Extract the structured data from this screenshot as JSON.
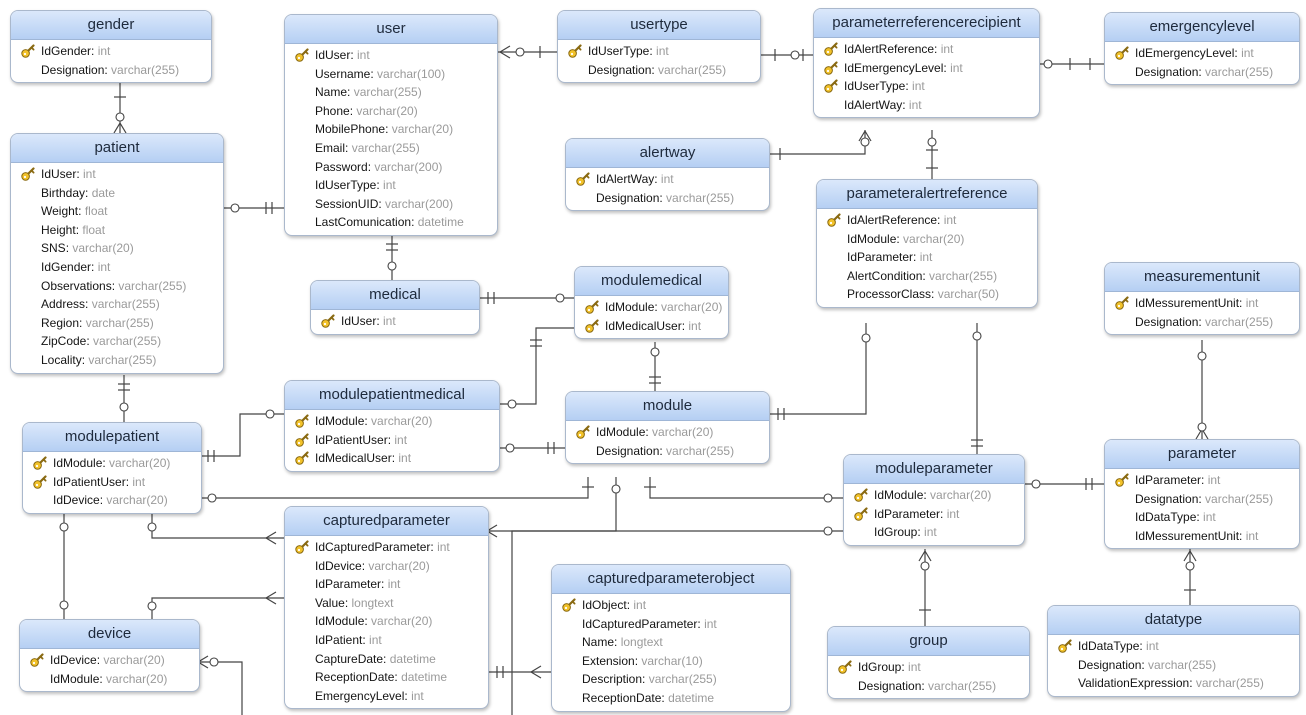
{
  "diagram": {
    "entities": [
      {
        "name": "gender",
        "columns": [
          {
            "name": "IdGender",
            "type": "int",
            "pk": true
          },
          {
            "name": "Designation",
            "type": "varchar(255)"
          }
        ]
      },
      {
        "name": "user",
        "columns": [
          {
            "name": "IdUser",
            "type": "int",
            "pk": true
          },
          {
            "name": "Username",
            "type": "varchar(100)"
          },
          {
            "name": "Name",
            "type": "varchar(255)"
          },
          {
            "name": "Phone",
            "type": "varchar(20)"
          },
          {
            "name": "MobilePhone",
            "type": "varchar(20)"
          },
          {
            "name": "Email",
            "type": "varchar(255)"
          },
          {
            "name": "Password",
            "type": "varchar(200)"
          },
          {
            "name": "IdUserType",
            "type": "int"
          },
          {
            "name": "SessionUID",
            "type": "varchar(200)"
          },
          {
            "name": "LastComunication",
            "type": "datetime"
          }
        ]
      },
      {
        "name": "usertype",
        "columns": [
          {
            "name": "IdUserType",
            "type": "int",
            "pk": true
          },
          {
            "name": "Designation",
            "type": "varchar(255)"
          }
        ]
      },
      {
        "name": "parameterreferencerecipient",
        "columns": [
          {
            "name": "IdAlertReference",
            "type": "int",
            "pk": true
          },
          {
            "name": "IdEmergencyLevel",
            "type": "int",
            "pk": true
          },
          {
            "name": "IdUserType",
            "type": "int",
            "pk": true
          },
          {
            "name": "IdAlertWay",
            "type": "int"
          }
        ]
      },
      {
        "name": "emergencylevel",
        "columns": [
          {
            "name": "IdEmergencyLevel",
            "type": "int",
            "pk": true
          },
          {
            "name": "Designation",
            "type": "varchar(255)"
          }
        ]
      },
      {
        "name": "patient",
        "columns": [
          {
            "name": "IdUser",
            "type": "int",
            "pk": true
          },
          {
            "name": "Birthday",
            "type": "date"
          },
          {
            "name": "Weight",
            "type": "float"
          },
          {
            "name": "Height",
            "type": "float"
          },
          {
            "name": "SNS",
            "type": "varchar(20)"
          },
          {
            "name": "IdGender",
            "type": "int"
          },
          {
            "name": "Observations",
            "type": "varchar(255)"
          },
          {
            "name": "Address",
            "type": "varchar(255)"
          },
          {
            "name": "Region",
            "type": "varchar(255)"
          },
          {
            "name": "ZipCode",
            "type": "varchar(255)"
          },
          {
            "name": "Locality",
            "type": "varchar(255)"
          }
        ]
      },
      {
        "name": "alertway",
        "columns": [
          {
            "name": "IdAlertWay",
            "type": "int",
            "pk": true
          },
          {
            "name": "Designation",
            "type": "varchar(255)"
          }
        ]
      },
      {
        "name": "parameteralertreference",
        "columns": [
          {
            "name": "IdAlertReference",
            "type": "int",
            "pk": true
          },
          {
            "name": "IdModule",
            "type": "varchar(20)"
          },
          {
            "name": "IdParameter",
            "type": "int"
          },
          {
            "name": "AlertCondition",
            "type": "varchar(255)"
          },
          {
            "name": "ProcessorClass",
            "type": "varchar(50)"
          }
        ]
      },
      {
        "name": "medical",
        "columns": [
          {
            "name": "IdUser",
            "type": "int",
            "pk": true
          }
        ]
      },
      {
        "name": "modulemedical",
        "columns": [
          {
            "name": "IdModule",
            "type": "varchar(20)",
            "pk": true
          },
          {
            "name": "IdMedicalUser",
            "type": "int",
            "pk": true
          }
        ]
      },
      {
        "name": "measurementunit",
        "columns": [
          {
            "name": "IdMessurementUnit",
            "type": "int",
            "pk": true
          },
          {
            "name": "Designation",
            "type": "varchar(255)"
          }
        ]
      },
      {
        "name": "modulepatientmedical",
        "columns": [
          {
            "name": "IdModule",
            "type": "varchar(20)",
            "pk": true
          },
          {
            "name": "IdPatientUser",
            "type": "int",
            "pk": true
          },
          {
            "name": "IdMedicalUser",
            "type": "int",
            "pk": true
          }
        ]
      },
      {
        "name": "module",
        "columns": [
          {
            "name": "IdModule",
            "type": "varchar(20)",
            "pk": true
          },
          {
            "name": "Designation",
            "type": "varchar(255)"
          }
        ]
      },
      {
        "name": "modulepatient",
        "columns": [
          {
            "name": "IdModule",
            "type": "varchar(20)",
            "pk": true
          },
          {
            "name": "IdPatientUser",
            "type": "int",
            "pk": true
          },
          {
            "name": "IdDevice",
            "type": "varchar(20)"
          }
        ]
      },
      {
        "name": "moduleparameter",
        "columns": [
          {
            "name": "IdModule",
            "type": "varchar(20)",
            "pk": true
          },
          {
            "name": "IdParameter",
            "type": "int",
            "pk": true
          },
          {
            "name": "IdGroup",
            "type": "int"
          }
        ]
      },
      {
        "name": "parameter",
        "columns": [
          {
            "name": "IdParameter",
            "type": "int",
            "pk": true
          },
          {
            "name": "Designation",
            "type": "varchar(255)"
          },
          {
            "name": "IdDataType",
            "type": "int"
          },
          {
            "name": "IdMessurementUnit",
            "type": "int"
          }
        ]
      },
      {
        "name": "capturedparameter",
        "columns": [
          {
            "name": "IdCapturedParameter",
            "type": "int",
            "pk": true
          },
          {
            "name": "IdDevice",
            "type": "varchar(20)"
          },
          {
            "name": "IdParameter",
            "type": "int"
          },
          {
            "name": "Value",
            "type": "longtext"
          },
          {
            "name": "IdModule",
            "type": "varchar(20)"
          },
          {
            "name": "IdPatient",
            "type": "int"
          },
          {
            "name": "CaptureDate",
            "type": "datetime"
          },
          {
            "name": "ReceptionDate",
            "type": "datetime"
          },
          {
            "name": "EmergencyLevel",
            "type": "int"
          }
        ]
      },
      {
        "name": "capturedparameterobject",
        "columns": [
          {
            "name": "IdObject",
            "type": "int",
            "pk": true
          },
          {
            "name": "IdCapturedParameter",
            "type": "int"
          },
          {
            "name": "Name",
            "type": "longtext"
          },
          {
            "name": "Extension",
            "type": "varchar(10)"
          },
          {
            "name": "Description",
            "type": "varchar(255)"
          },
          {
            "name": "ReceptionDate",
            "type": "datetime"
          }
        ]
      },
      {
        "name": "device",
        "columns": [
          {
            "name": "IdDevice",
            "type": "varchar(20)",
            "pk": true
          },
          {
            "name": "IdModule",
            "type": "varchar(20)"
          }
        ]
      },
      {
        "name": "group",
        "columns": [
          {
            "name": "IdGroup",
            "type": "int",
            "pk": true
          },
          {
            "name": "Designation",
            "type": "varchar(255)"
          }
        ]
      },
      {
        "name": "datatype",
        "columns": [
          {
            "name": "IdDataType",
            "type": "int",
            "pk": true
          },
          {
            "name": "Designation",
            "type": "varchar(255)"
          },
          {
            "name": "ValidationExpression",
            "type": "varchar(255)"
          }
        ]
      }
    ],
    "relationships": [
      {
        "from": "gender",
        "to": "patient",
        "cardinality": "one-to-many"
      },
      {
        "from": "user",
        "to": "usertype",
        "cardinality": "many-to-one"
      },
      {
        "from": "usertype",
        "to": "parameterreferencerecipient",
        "cardinality": "one-to-many"
      },
      {
        "from": "parameterreferencerecipient",
        "to": "emergencylevel",
        "cardinality": "many-to-one"
      },
      {
        "from": "parameterreferencerecipient",
        "to": "alertway",
        "cardinality": "many-to-one"
      },
      {
        "from": "parameterreferencerecipient",
        "to": "parameteralertreference",
        "cardinality": "many-to-one"
      },
      {
        "from": "patient",
        "to": "user",
        "cardinality": "one-to-one"
      },
      {
        "from": "user",
        "to": "medical",
        "cardinality": "one-to-one"
      },
      {
        "from": "medical",
        "to": "modulemedical",
        "cardinality": "one-to-many"
      },
      {
        "from": "modulemedical",
        "to": "module",
        "cardinality": "many-to-one"
      },
      {
        "from": "modulemedical",
        "to": "modulepatientmedical",
        "cardinality": "one-to-many"
      },
      {
        "from": "patient",
        "to": "modulepatient",
        "cardinality": "one-to-many"
      },
      {
        "from": "modulepatient",
        "to": "modulepatientmedical",
        "cardinality": "one-to-many"
      },
      {
        "from": "modulepatientmedical",
        "to": "module",
        "cardinality": "many-to-one"
      },
      {
        "from": "module",
        "to": "parameteralertreference",
        "cardinality": "one-to-many"
      },
      {
        "from": "module",
        "to": "modulepatient",
        "cardinality": "one-to-many"
      },
      {
        "from": "module",
        "to": "moduleparameter",
        "cardinality": "one-to-many"
      },
      {
        "from": "parameteralertreference",
        "to": "moduleparameter",
        "cardinality": "many-to-one"
      },
      {
        "from": "moduleparameter",
        "to": "parameter",
        "cardinality": "many-to-one"
      },
      {
        "from": "measurementunit",
        "to": "parameter",
        "cardinality": "one-to-many"
      },
      {
        "from": "parameter",
        "to": "datatype",
        "cardinality": "many-to-one"
      },
      {
        "from": "moduleparameter",
        "to": "group",
        "cardinality": "many-to-one"
      },
      {
        "from": "moduleparameter",
        "to": "capturedparameter",
        "cardinality": "one-to-many"
      },
      {
        "from": "modulepatient",
        "to": "capturedparameter",
        "cardinality": "one-to-many"
      },
      {
        "from": "modulepatient",
        "to": "device",
        "cardinality": "one-to-one"
      },
      {
        "from": "device",
        "to": "capturedparameter",
        "cardinality": "one-to-many"
      },
      {
        "from": "capturedparameter",
        "to": "capturedparameterobject",
        "cardinality": "one-to-many"
      },
      {
        "from": "module",
        "to": "device",
        "cardinality": "one-to-many"
      }
    ]
  }
}
